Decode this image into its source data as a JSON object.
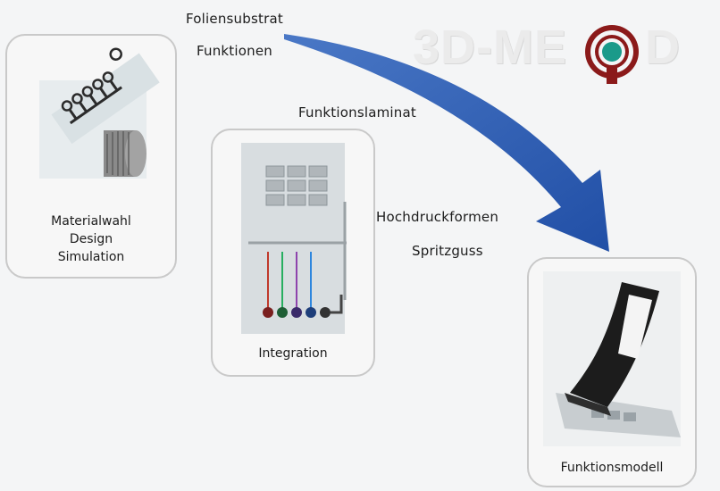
{
  "logo": {
    "text_left": "3D-ME",
    "text_right": "D"
  },
  "flow_labels": {
    "foliensubstrat": "Foliensubstrat",
    "funktionen": "Funktionen",
    "funktionslaminat": "Funktionslaminat",
    "hochdruckformen": "Hochdruckformen",
    "spritzguss": "Spritzguss"
  },
  "cards": {
    "card1": {
      "lines": [
        "Materialwahl",
        "Design",
        "Simulation"
      ]
    },
    "card2": {
      "label": "Integration"
    },
    "card3": {
      "label": "Funktionsmodell"
    }
  },
  "colors": {
    "arrow": "#2d5db4",
    "logo_red": "#8b1a1a",
    "logo_teal": "#1a9a8a"
  }
}
